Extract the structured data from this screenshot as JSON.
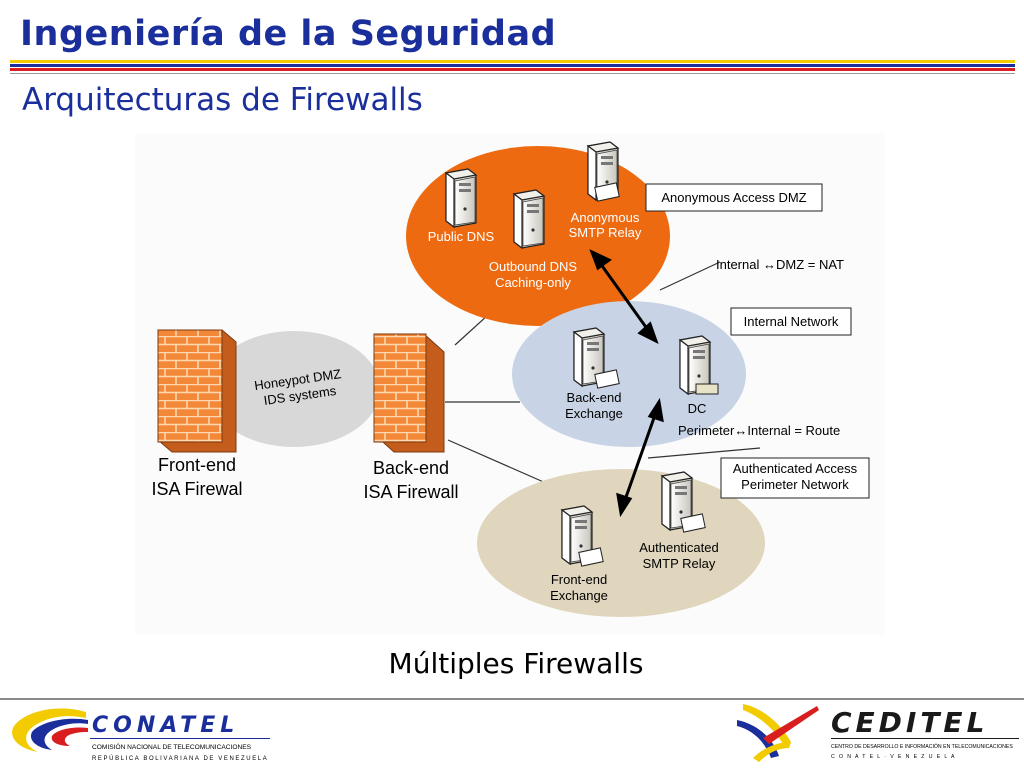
{
  "header": {
    "title": "Ingeniería de la Seguridad",
    "subtitle": "Arquitecturas de Firewalls"
  },
  "diagram": {
    "caption": "Múltiples Firewalls",
    "firewalls": {
      "front": [
        "Front-end",
        "ISA Firewal"
      ],
      "back": [
        "Back-end",
        "ISA Firewall"
      ]
    },
    "honeypot": [
      "Honeypot DMZ",
      "IDS systems"
    ],
    "anonymous_zone": {
      "box": "Anonymous Access DMZ",
      "servers": {
        "public_dns": "Public DNS",
        "smtp_relay": [
          "Anonymous",
          "SMTP Relay"
        ],
        "outbound_dns": [
          "Outbound DNS",
          "Caching-only"
        ]
      }
    },
    "internal_zone": {
      "box": "Internal Network",
      "servers": {
        "backend_exchange": [
          "Back-end",
          "Exchange"
        ],
        "dc": "DC"
      }
    },
    "auth_zone": {
      "box": [
        "Authenticated Access",
        "Perimeter Network"
      ],
      "servers": {
        "frontend_exchange": [
          "Front-end",
          "Exchange"
        ],
        "auth_smtp": [
          "Authenticated",
          "SMTP Relay"
        ]
      }
    },
    "relations": {
      "internal_dmz": "Internal ↔DMZ = NAT",
      "perimeter_internal": "Perimeter↔Internal = Route"
    }
  },
  "footer": {
    "conatel": {
      "name": "CONATEL",
      "line1": "COMISIÓN NACIONAL DE TELECOMUNICACIONES",
      "line2": "REPÚBLICA BOLIVARIANA DE VENEZUELA"
    },
    "celitel": {
      "name": "CEDITEL",
      "line1": "CENTRO DE DESARROLLO E INFORMACIÓN EN TELECOMUNICACIONES",
      "line2": "C O N A T E L  ·  V E N E Z U E L A"
    }
  },
  "colors": {
    "title": "#1a2e9c",
    "stripe_yellow": "#f2cb00",
    "stripe_blue": "#1a2e9c",
    "stripe_red": "#d81e1e",
    "orange_zone": "#ee6a10",
    "blue_zone": "#c8d4e5",
    "tan_zone": "#e0d6bd",
    "honeypot": "#d8d8d8",
    "brick": "#f28838"
  }
}
